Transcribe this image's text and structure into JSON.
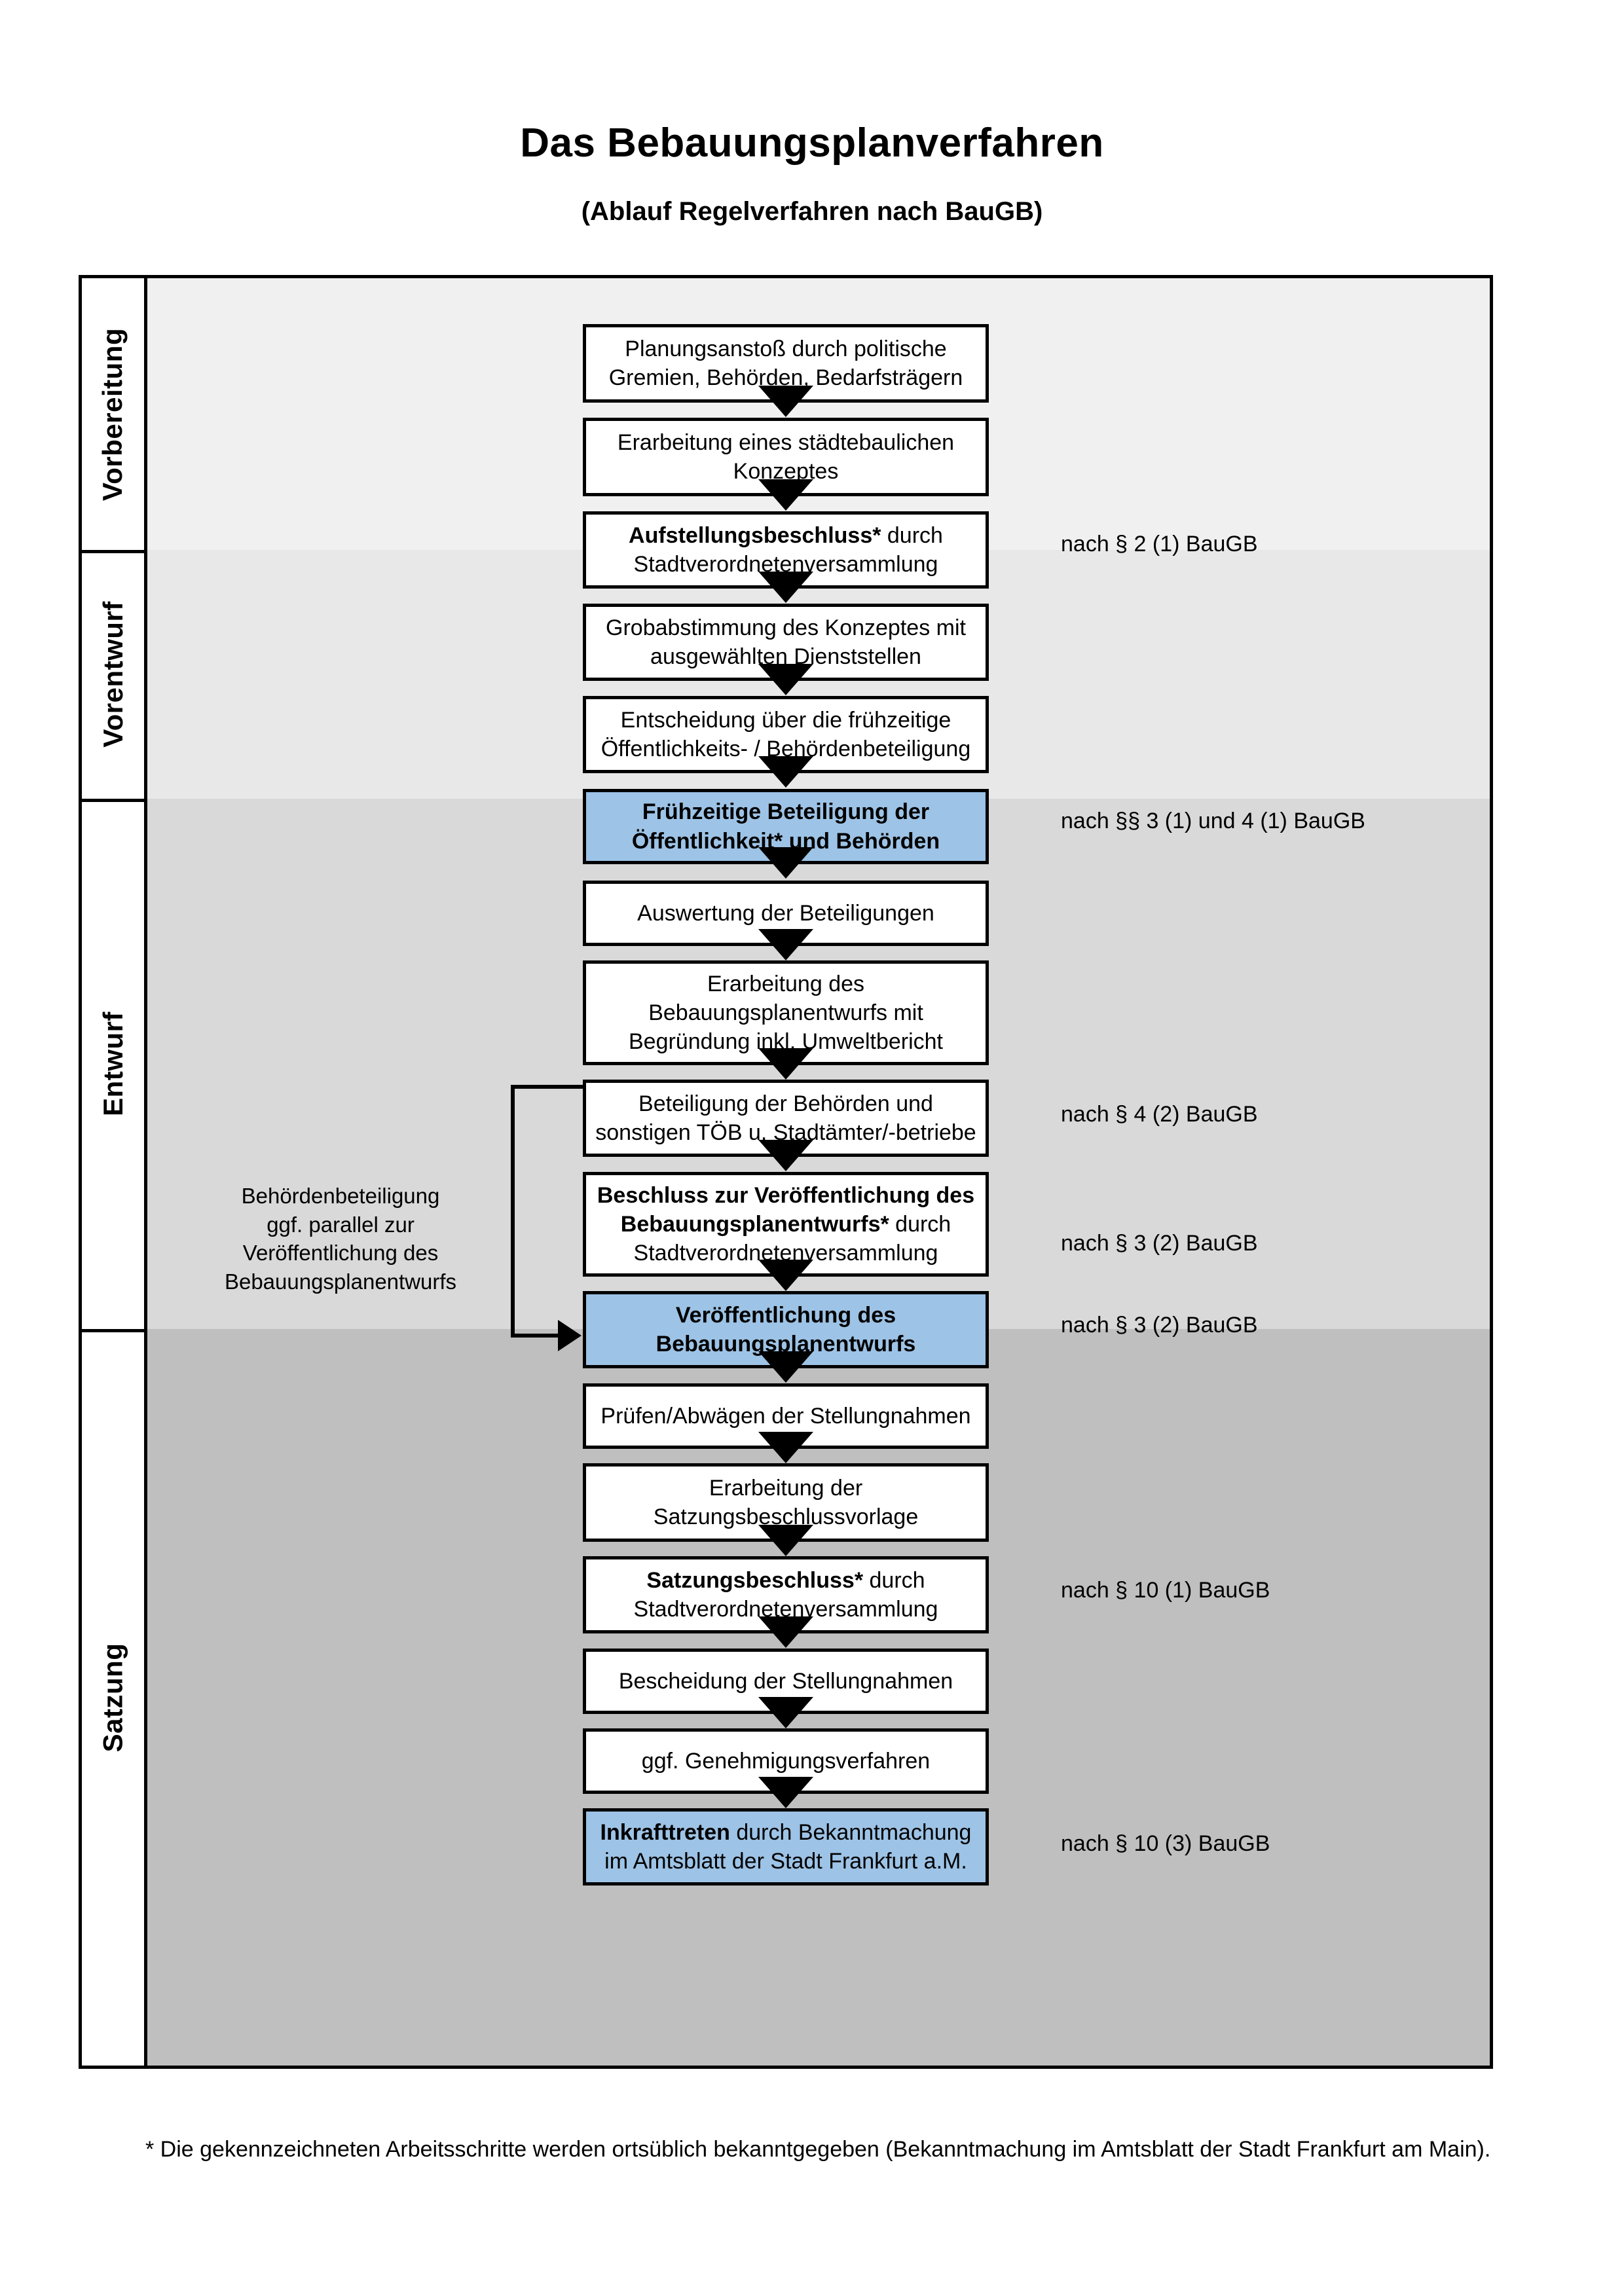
{
  "title": {
    "main": "Das Bebauungsplanverfahren",
    "sub": "(Ablauf Regelverfahren nach BauGB)"
  },
  "phases": [
    {
      "id": "vorbereitung",
      "label": "Vorbereitung",
      "bg": "#F0F0F0"
    },
    {
      "id": "vorentwurf",
      "label": "Vorentwurf",
      "bg": "#E8E8E8"
    },
    {
      "id": "entwurf",
      "label": "Entwurf",
      "bg": "#D9D9D9"
    },
    {
      "id": "satzung",
      "label": "Satzung",
      "bg": "#BFBFBF"
    }
  ],
  "steps": [
    {
      "id": "planungsanstoss",
      "phase": "vorbereitung",
      "highlight": false,
      "lines": [
        "Planungsanstoß durch politische",
        "Gremien, Behörden, Bedarfsträgern"
      ]
    },
    {
      "id": "konzept",
      "phase": "vorbereitung",
      "highlight": false,
      "lines": [
        "Erarbeitung eines städtebaulichen",
        "Konzeptes"
      ]
    },
    {
      "id": "aufstellungsbeschluss",
      "phase": "vorbereitung",
      "highlight": false,
      "lines": [
        "Aufstellungsbeschluss* durch",
        "Stadtverordnetenversammlung"
      ],
      "bold_prefix": "Aufstellungsbeschluss*"
    },
    {
      "id": "grobabstimmung",
      "phase": "vorentwurf",
      "highlight": false,
      "lines": [
        "Grobabstimmung des Konzeptes mit",
        "ausgewählten Dienststellen"
      ]
    },
    {
      "id": "entscheidung-fruehzeitig",
      "phase": "vorentwurf",
      "highlight": false,
      "lines": [
        "Entscheidung über die frühzeitige",
        "Öffentlichkeits- / Behördenbeteiligung"
      ]
    },
    {
      "id": "fruehzeitige-beteiligung",
      "phase": "vorentwurf",
      "highlight": true,
      "lines": [
        "Frühzeitige Beteiligung der",
        "Öffentlichkeit* und Behörden"
      ],
      "all_bold": true
    },
    {
      "id": "auswertung",
      "phase": "entwurf",
      "highlight": false,
      "lines": [
        "Auswertung der Beteiligungen"
      ]
    },
    {
      "id": "erarbeitung-entwurf",
      "phase": "entwurf",
      "highlight": false,
      "lines": [
        "Erarbeitung des",
        "Bebauungsplanentwurfs mit",
        "Begründung inkl. Umweltbericht"
      ]
    },
    {
      "id": "beteiligung-behoerden",
      "phase": "entwurf",
      "highlight": false,
      "lines": [
        "Beteiligung der Behörden und",
        "sonstigen TÖB u. Stadtämter/-betriebe"
      ]
    },
    {
      "id": "beschluss-veroeffentlichung",
      "phase": "entwurf",
      "highlight": false,
      "lines": [
        "Beschluss zur Veröffentlichung des",
        "Bebauungsplanentwurfs* durch",
        "Stadtverordnetenversammlung"
      ],
      "bold_prefix": "Beschluss zur Veröffentlichung des Bebauungsplanentwurfs*"
    },
    {
      "id": "veroeffentlichung",
      "phase": "entwurf",
      "highlight": true,
      "lines": [
        "Veröffentlichung des",
        "Bebauungsplanentwurfs"
      ],
      "all_bold": true
    },
    {
      "id": "pruefen-abwaegen",
      "phase": "satzung",
      "highlight": false,
      "lines": [
        "Prüfen/Abwägen der Stellungnahmen"
      ]
    },
    {
      "id": "satzungsbeschlussvorlage",
      "phase": "satzung",
      "highlight": false,
      "lines": [
        "Erarbeitung der",
        "Satzungsbeschlussvorlage"
      ]
    },
    {
      "id": "satzungsbeschluss",
      "phase": "satzung",
      "highlight": false,
      "lines": [
        "Satzungsbeschluss* durch",
        "Stadtverordnetenversammlung"
      ],
      "bold_prefix": "Satzungsbeschluss*"
    },
    {
      "id": "bescheidung",
      "phase": "satzung",
      "highlight": false,
      "lines": [
        "Bescheidung der Stellungnahmen"
      ]
    },
    {
      "id": "genehmigungsverfahren",
      "phase": "satzung",
      "highlight": false,
      "lines": [
        "ggf. Genehmigungsverfahren"
      ]
    },
    {
      "id": "inkrafttreten",
      "phase": "satzung",
      "highlight": true,
      "lines": [
        "Inkrafttreten durch Bekanntmachung",
        "im Amtsblatt der Stadt Frankfurt a.M."
      ],
      "bold_prefix": "Inkrafttreten"
    }
  ],
  "legal_refs": [
    {
      "id": "ref-aufstellungsbeschluss",
      "text": "nach § 2 (1) BauGB"
    },
    {
      "id": "ref-fruehzeitige",
      "text": "nach §§ 3 (1) und 4 (1) BauGB"
    },
    {
      "id": "ref-beteiligung-behoerden",
      "text": "nach § 4 (2) BauGB"
    },
    {
      "id": "ref-beschluss",
      "text": "nach § 3 (2) BauGB"
    },
    {
      "id": "ref-veroeffentlichung",
      "text": "nach § 3 (2) BauGB"
    },
    {
      "id": "ref-satzungsbeschluss",
      "text": "nach § 10 (1) BauGB"
    },
    {
      "id": "ref-inkrafttreten",
      "text": "nach § 10 (3) BauGB"
    }
  ],
  "side_note": {
    "lines": [
      "Behördenbeteiligung",
      "ggf. parallel zur",
      "Veröffentlichung des",
      "Bebauungsplanentwurfs"
    ]
  },
  "footnote": {
    "text": "* Die gekennzeichneten Arbeitsschritte werden ortsüblich bekanntgegeben (Bekanntmachung im Amtsblatt  der Stadt Frankfurt am Main)."
  },
  "colors": {
    "highlight_box": "#9DC3E6",
    "border": "#000000",
    "phase_vorbereitung": "#F0F0F0",
    "phase_vorentwurf": "#E8E8E8",
    "phase_entwurf": "#D9D9D9",
    "phase_satzung": "#BFBFBF"
  }
}
